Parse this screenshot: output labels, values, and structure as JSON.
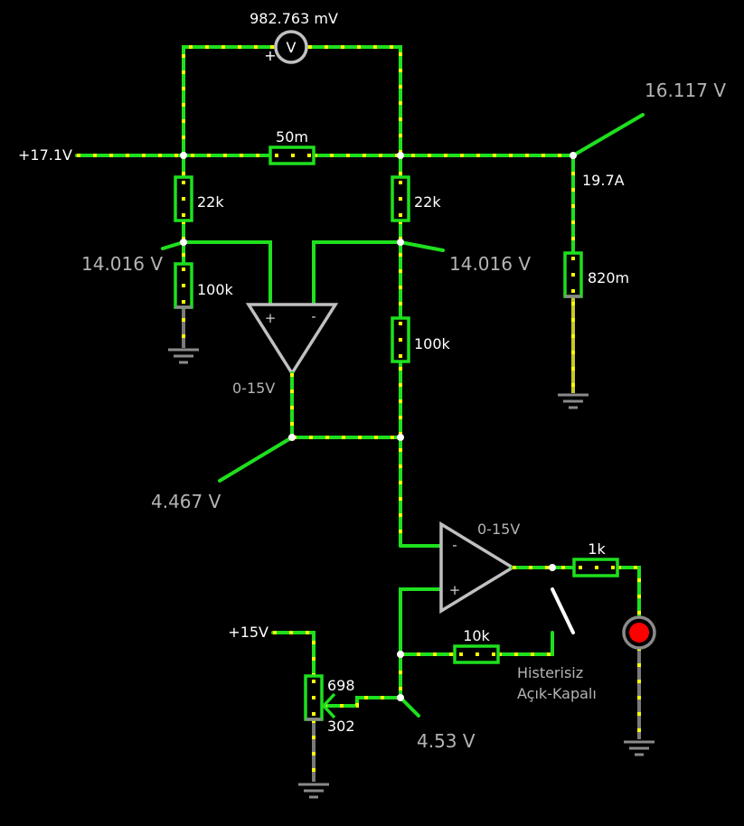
{
  "labels": {
    "meter_reading": "982.763 mV",
    "meter_symbol": "V",
    "meter_plus": "+",
    "supply_top": "+17.1V",
    "shunt": "50m",
    "r_left_top": "22k",
    "r_right_top": "22k",
    "r_left_bottom": "100k",
    "r_right_bottom": "100k",
    "load_resistor": "820m",
    "load_current": "19.7A",
    "probe_top_right": "16.117 V",
    "probe_left": "14.016 V",
    "probe_right": "14.016 V",
    "opamp1_range": "0-15V",
    "opamp1_plus": "+",
    "opamp1_minus": "-",
    "probe_middle": "4.467 V",
    "opamp2_range": "0-15V",
    "opamp2_minus": "-",
    "opamp2_plus": "+",
    "r_output": "1k",
    "r_hysteresis": "10k",
    "switch_caption_line1": "Histerisiz",
    "switch_caption_line2": "Açık-Kapalı",
    "supply_bottom": "+15V",
    "pot_top": "698",
    "pot_bottom": "302",
    "probe_bottom": "4.53 V"
  },
  "colors": {
    "wire": "#1ee01e",
    "current_dots": "#ffff00",
    "led": "#ff0000",
    "background": "#000000"
  }
}
